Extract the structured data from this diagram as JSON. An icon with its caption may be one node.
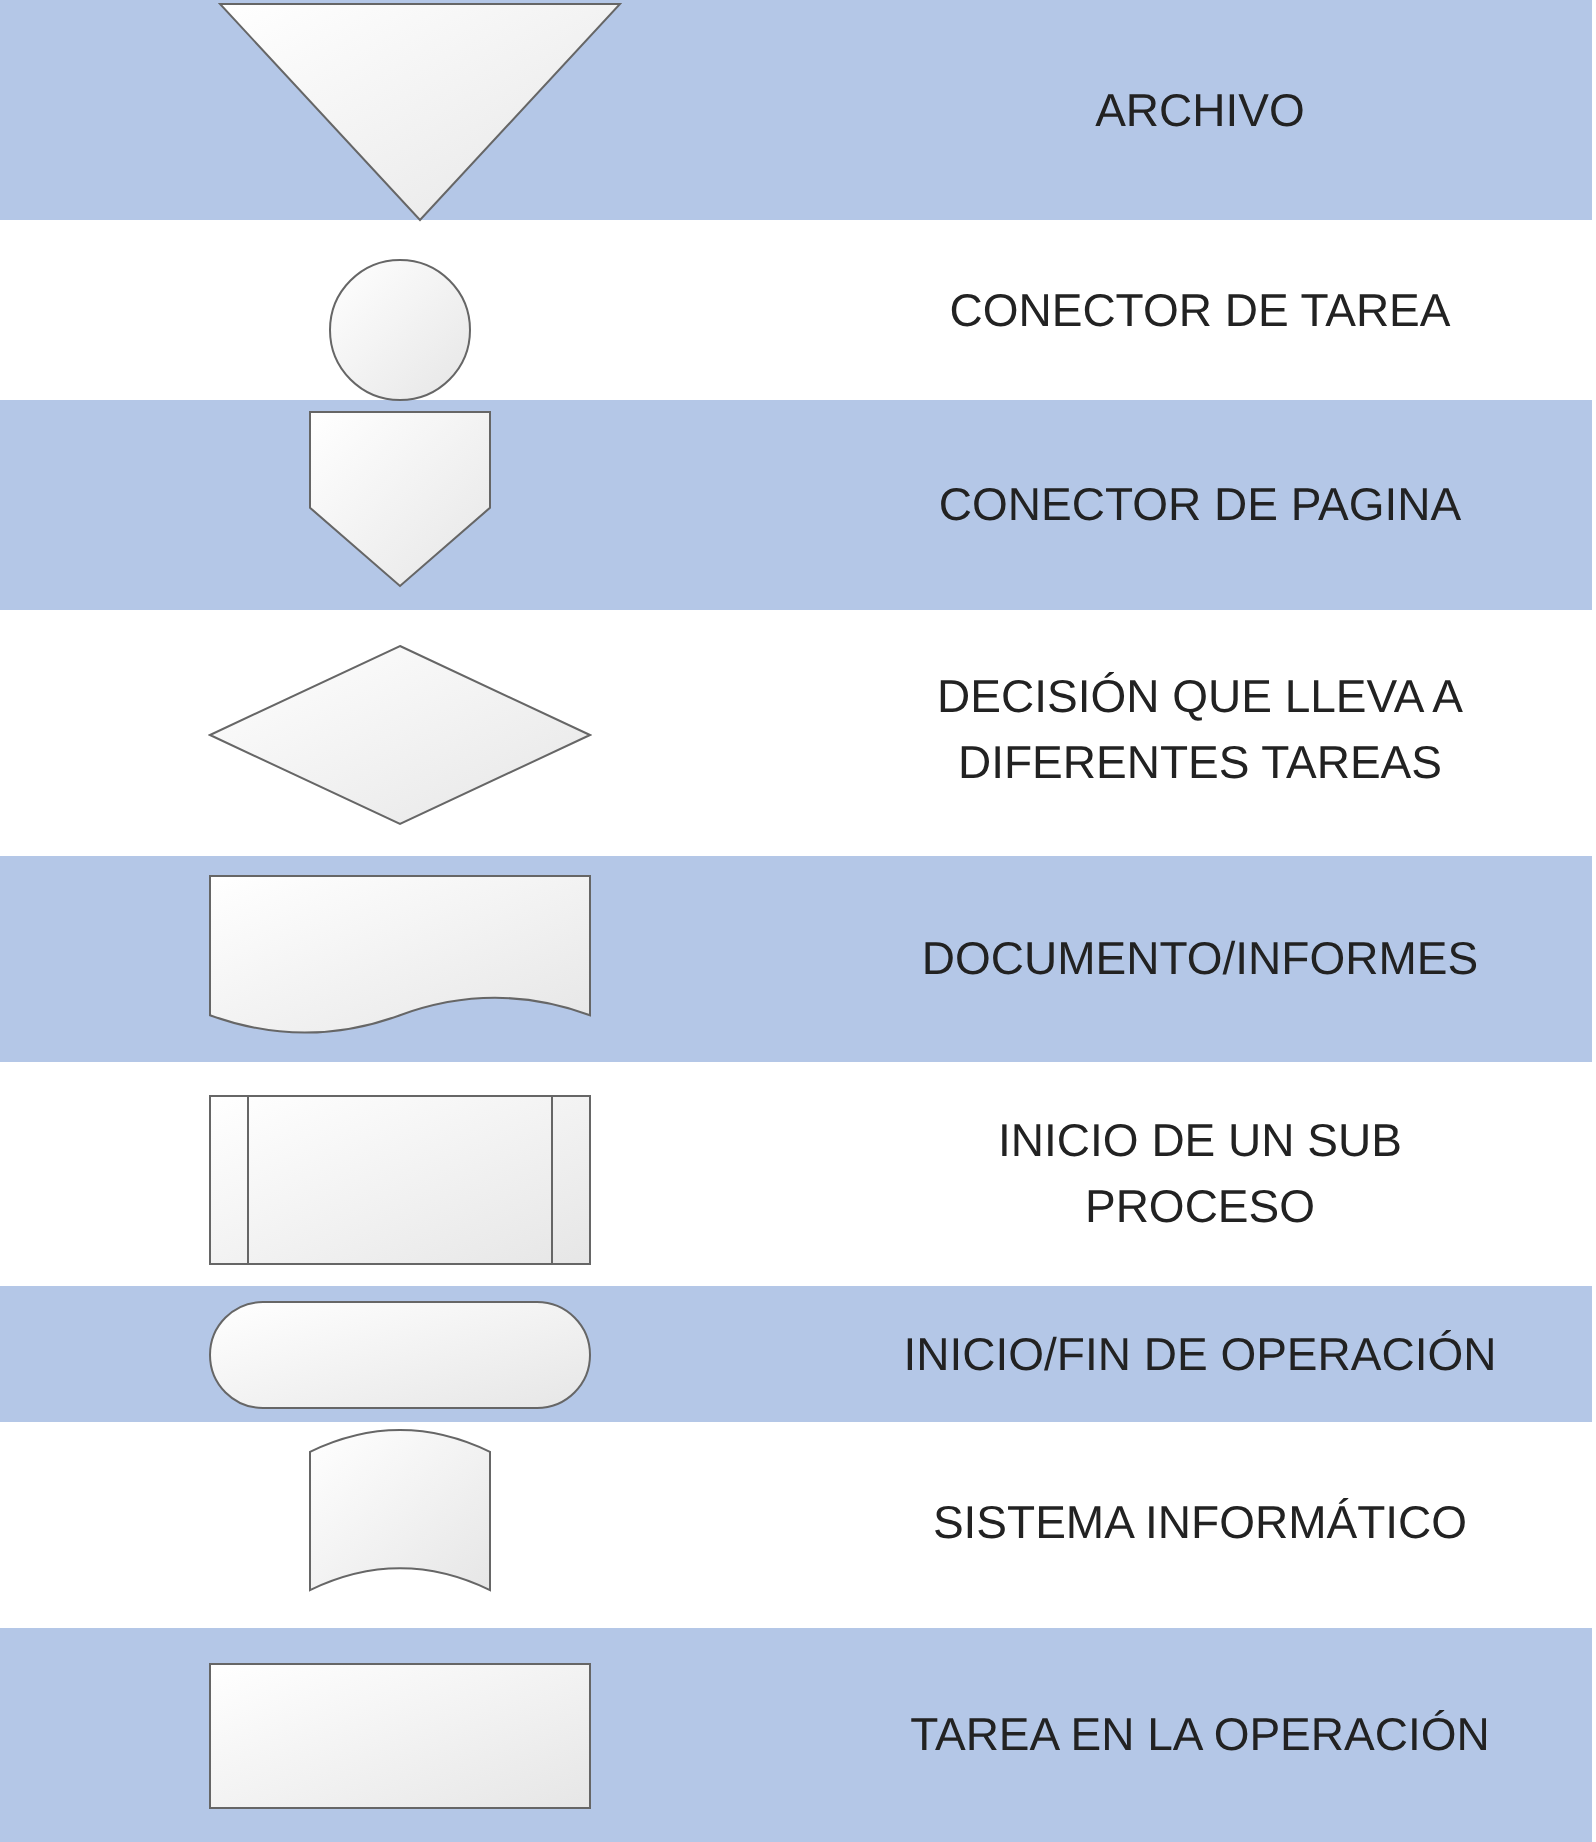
{
  "diagram": {
    "nodes": [
      {
        "text": [],
        "shape": "triangle"
      },
      {
        "text": [],
        "shape": "circle"
      },
      {
        "text": [],
        "shape": "pentagon"
      },
      {
        "text": [],
        "shape": "diamond"
      },
      {
        "text": [],
        "shape": "document"
      },
      {
        "text": [],
        "shape": "subprocess"
      },
      {
        "text": [],
        "shape": "stadium"
      },
      {
        "text": [],
        "shape": "cylinder"
      },
      {
        "text": [],
        "shape": "box"
      }
    ],
    "labels": [
      "ARCHIVO",
      "CONECTOR DE TAREA",
      "CONECTOR DE PAGINA",
      "DECISIÓN QUE LLEVA A DIFERENTES TAREAS",
      "DOCUMENTO/INFORMES",
      "INICIO DE UN SUB PROCESO",
      "INICIO/FIN DE OPERACIÓN",
      "SISTEMA INFORMÁTICO",
      "TAREA EN LA OPERACIÓN"
    ]
  }
}
